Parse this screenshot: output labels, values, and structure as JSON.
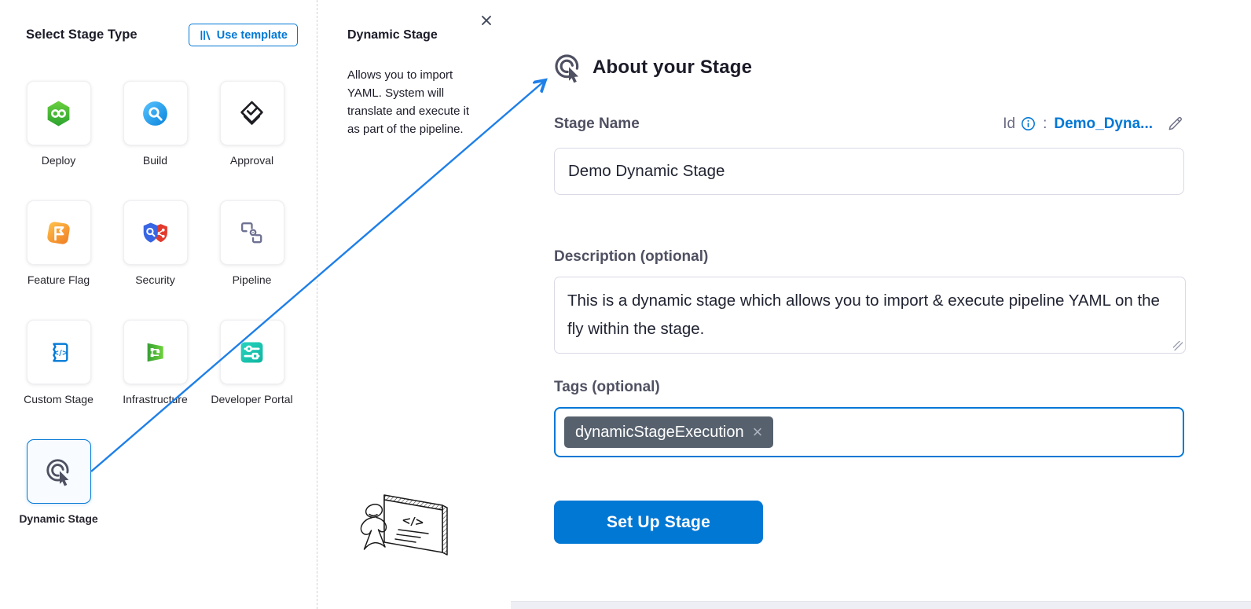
{
  "left_panel": {
    "title": "Select Stage Type",
    "use_template": {
      "label": "Use template"
    },
    "stages": [
      {
        "label": "Deploy"
      },
      {
        "label": "Build"
      },
      {
        "label": "Approval"
      },
      {
        "label": "Feature Flag"
      },
      {
        "label": "Security"
      },
      {
        "label": "Pipeline"
      },
      {
        "label": "Custom Stage"
      },
      {
        "label": "Infrastructure"
      },
      {
        "label": "Developer Portal"
      },
      {
        "label": "Dynamic Stage",
        "selected": true
      }
    ]
  },
  "info_panel": {
    "title": "Dynamic Stage",
    "description": "Allows you to import YAML. System will translate and execute it as part of the pipeline."
  },
  "about_panel": {
    "title": "About your Stage",
    "stage_name_label": "Stage Name",
    "stage_name_value": "Demo Dynamic Stage",
    "id_label": "Id",
    "id_separator": ":",
    "id_value": "Demo_Dyna...",
    "description_label": "Description (optional)",
    "description_value": "This is a dynamic stage which allows you to import & execute pipeline YAML on the fly within the stage.",
    "tags_label": "Tags (optional)",
    "tags": [
      {
        "text": "dynamicStageExecution",
        "remove_symbol": "×"
      }
    ],
    "setup_button_label": "Set Up Stage"
  },
  "colors": {
    "accent_blue": "#0278d5",
    "chip_gray": "#57616e",
    "arrow_blue": "#1e7fe8"
  }
}
